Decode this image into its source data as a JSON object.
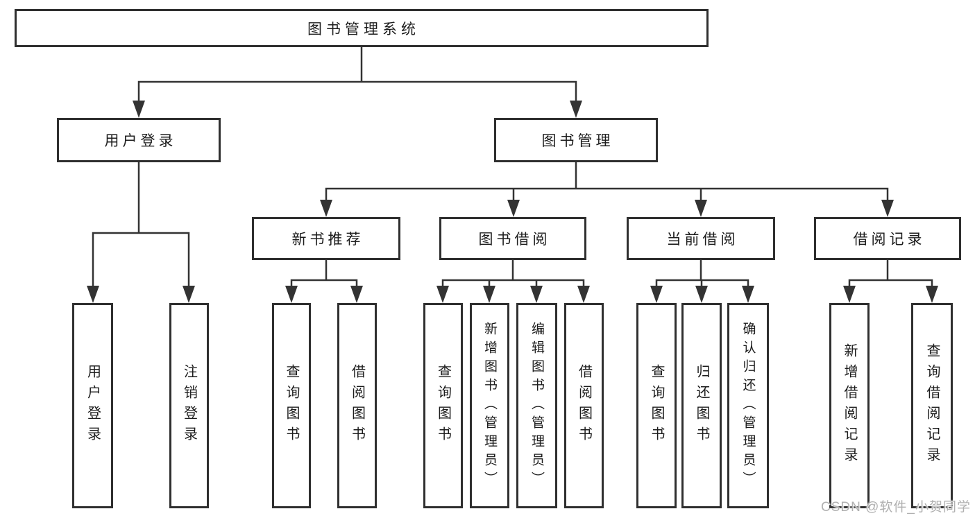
{
  "colors": {
    "line": "#333333",
    "box-border": "#2f2f2f",
    "text": "#1c1c1c",
    "watermark": "#b0b0b0",
    "background": "#ffffff"
  },
  "tree": {
    "root": {
      "label": "图书管理系统",
      "children": [
        {
          "label": "用户登录",
          "children": [
            {
              "label": "用户登录"
            },
            {
              "label": "注销登录"
            }
          ]
        },
        {
          "label": "图书管理",
          "children": [
            {
              "label": "新书推荐",
              "children": [
                {
                  "label": "查询图书"
                },
                {
                  "label": "借阅图书"
                }
              ]
            },
            {
              "label": "图书借阅",
              "children": [
                {
                  "label": "查询图书"
                },
                {
                  "label": "新增图书（管理员）"
                },
                {
                  "label": "编辑图书（管理员）"
                },
                {
                  "label": "借阅图书"
                }
              ]
            },
            {
              "label": "当前借阅",
              "children": [
                {
                  "label": "查询图书"
                },
                {
                  "label": "归还图书"
                },
                {
                  "label": "确认归还（管理员）"
                }
              ]
            },
            {
              "label": "借阅记录",
              "children": [
                {
                  "label": "新增借阅记录"
                },
                {
                  "label": "查询借阅记录"
                }
              ]
            }
          ]
        }
      ]
    }
  },
  "watermark": {
    "text": "CSDN @软件_小贺同学"
  }
}
